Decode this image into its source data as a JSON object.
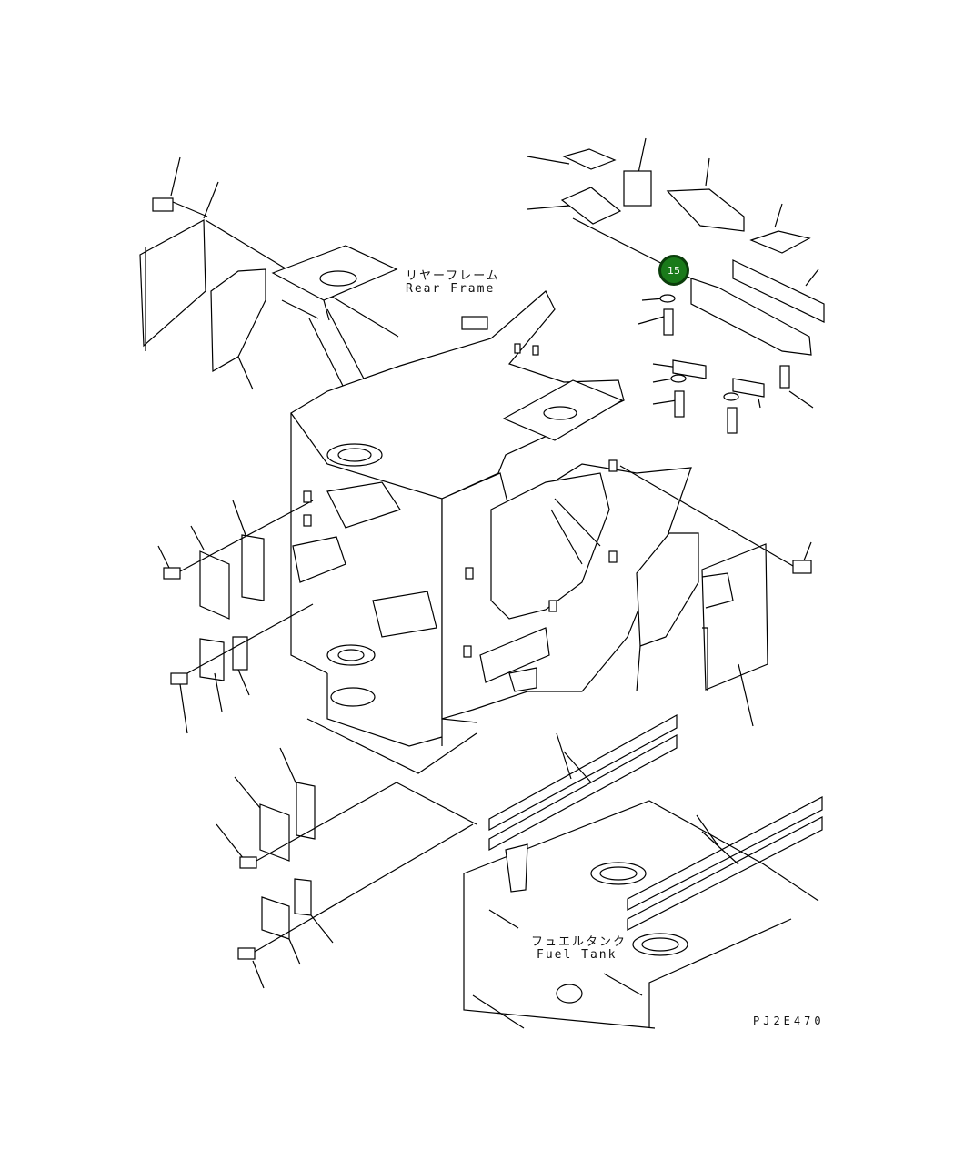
{
  "labels": {
    "rear_frame_jp": "リヤーフレーム",
    "rear_frame_en": "Rear Frame",
    "fuel_tank_jp": "フュエルタンク",
    "fuel_tank_en": "Fuel Tank",
    "drawing_code": "PJ2E470"
  },
  "callouts": [
    {
      "number": "15",
      "color": "#1a7a1a"
    }
  ]
}
